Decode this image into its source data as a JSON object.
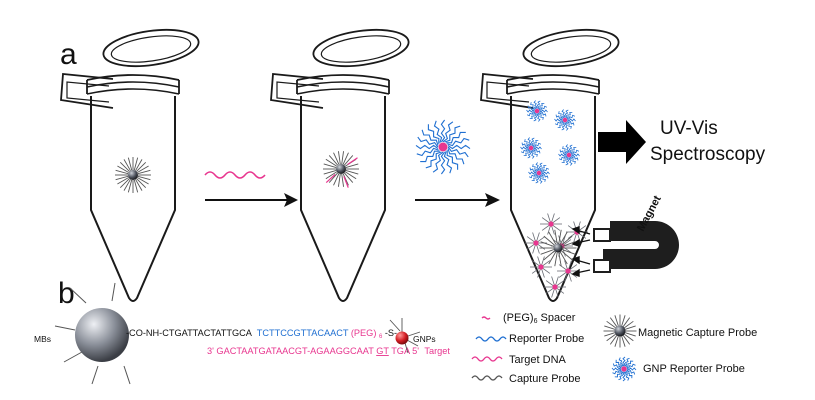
{
  "panels": {
    "a": "a",
    "b": "b"
  },
  "output": {
    "line1": "UV-Vis",
    "line2": "Spectroscopy"
  },
  "magnet_label": "Magnet",
  "sequence": {
    "mb_label": "MBs",
    "capture_seq": "-CO-NH-CTGATTACTATTGCA",
    "reporter_seq": "TCTTCCGTTACAACT",
    "peg": "(PEG)",
    "peg_sub": "6",
    "linker": "-S-",
    "gnp_label": "GNPs",
    "target_seq_a": "3' GACTAATGATAACGT-AGAAGGCAAT",
    "target_seq_u": "GT",
    "target_seq_b": "TGA 5'",
    "target_label": "Target"
  },
  "legend": {
    "spacer": "(PEG)",
    "spacer_sub": "6",
    "spacer_suffix": " Spacer",
    "reporter": "Reporter Probe",
    "target": "Target DNA",
    "capture": "Capture Probe",
    "mcp": "Magnetic Capture Probe",
    "gnp": "GNP Reporter Probe"
  },
  "colors": {
    "outline": "#1a1a1a",
    "pink": "#e8368f",
    "blue": "#1f6fd1",
    "red_particle": "#c0151b",
    "magnet": "#1e1e1e"
  }
}
